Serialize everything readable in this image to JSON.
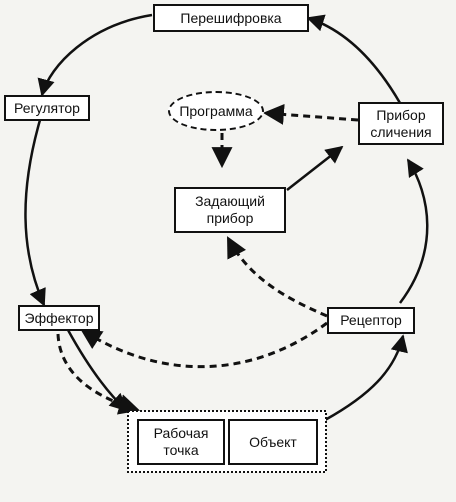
{
  "nodes": {
    "reshifrovka": "Перешифровка",
    "regulator": "Регулятор",
    "programma": "Программа",
    "pribor_slicheniya": "Прибор сличения",
    "zadayushchiy_pribor": "Задающий прибор",
    "effektor": "Эффектор",
    "retseptor": "Рецептор",
    "rabochaya_tochka": "Рабочая точка",
    "obekt": "Объект"
  }
}
